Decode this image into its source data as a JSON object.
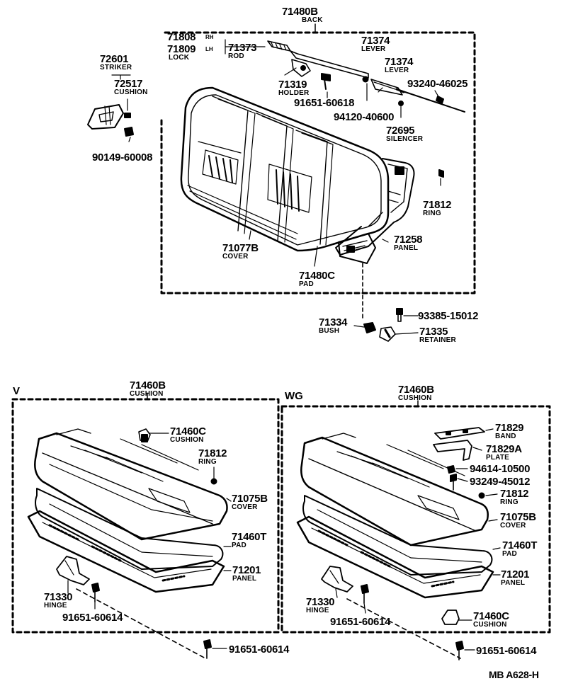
{
  "back": {
    "part": "71480B",
    "name": "BACK",
    "lock_a": "71808",
    "lock_a_tag": "RH",
    "lock_b": "71809",
    "lock_b_tag": "LH",
    "lock_name": "LOCK",
    "rod": "71373",
    "rod_name": "ROD",
    "holder": "71319",
    "holder_name": "HOLDER",
    "lever1": "71374",
    "lever1_name": "LEVER",
    "lever2": "71374",
    "lever2_name": "LEVER",
    "bolt1": "93240-46025",
    "nut": "91651-60618",
    "washer": "94120-40600",
    "silencer": "72695",
    "silencer_name": "SILENCER",
    "ring": "71812",
    "ring_name": "RING",
    "panel": "71258",
    "panel_name": "PANEL",
    "cover": "71077B",
    "cover_name": "COVER",
    "pad": "71480C",
    "pad_name": "PAD",
    "screw": "93385-15012",
    "bush": "71334",
    "bush_name": "BUSH",
    "retainer": "71335",
    "retainer_name": "RETAINER"
  },
  "striker": {
    "part": "72601",
    "name": "STRIKER",
    "cushion": "72517",
    "cushion_name": "CUSHION",
    "bolt": "90149-60008"
  },
  "v": {
    "tag": "V",
    "part": "71460B",
    "name": "CUSHION",
    "cushion_c": "71460C",
    "cushion_c_name": "CUSHION",
    "ring": "71812",
    "ring_name": "RING",
    "cover": "71075B",
    "cover_name": "COVER",
    "pad": "71460T",
    "pad_name": "PAD",
    "panel": "71201",
    "panel_name": "PANEL",
    "hinge": "71330",
    "hinge_name": "HINGE",
    "bolt": "91651-60614",
    "bolt_out": "91651-60614"
  },
  "wg": {
    "tag": "WG",
    "part": "71460B",
    "name": "CUSHION",
    "band": "71829",
    "band_name": "BAND",
    "plate": "71829A",
    "plate_name": "PLATE",
    "nut": "94614-10500",
    "screw": "93249-45012",
    "ring": "71812",
    "ring_name": "RING",
    "cover": "71075B",
    "cover_name": "COVER",
    "pad": "71460T",
    "pad_name": "PAD",
    "panel": "71201",
    "panel_name": "PANEL",
    "hinge": "71330",
    "hinge_name": "HINGE",
    "bolt": "91651-60614",
    "cushion_c": "71460C",
    "cushion_c_name": "CUSHION",
    "bolt_out": "91651-60614"
  },
  "footer": {
    "code": "MB A628-H"
  }
}
